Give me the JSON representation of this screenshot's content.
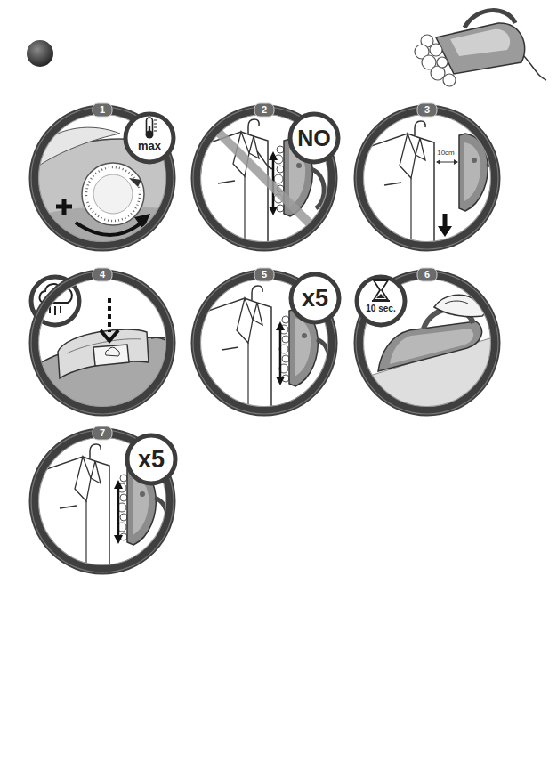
{
  "diagram": {
    "nodes": [
      {
        "text": [
          "1"
        ]
      },
      {
        "text": [
          "max"
        ],
        "in": 0
      },
      {
        "text": [
          "2"
        ]
      },
      {
        "text": [
          "NO"
        ],
        "in": 2
      },
      {
        "text": [
          "3"
        ]
      },
      {
        "text": [
          "4"
        ]
      },
      {
        "text": [
          "5"
        ]
      },
      {
        "text": [
          "x5"
        ],
        "in": 6
      },
      {
        "text": [
          "6"
        ]
      },
      {
        "text": [
          "10 sec."
        ],
        "in": 8
      },
      {
        "text": [
          "7"
        ]
      },
      {
        "text": [
          "x5"
        ],
        "in": 10
      }
    ],
    "labels": [
      "10cm"
    ]
  }
}
